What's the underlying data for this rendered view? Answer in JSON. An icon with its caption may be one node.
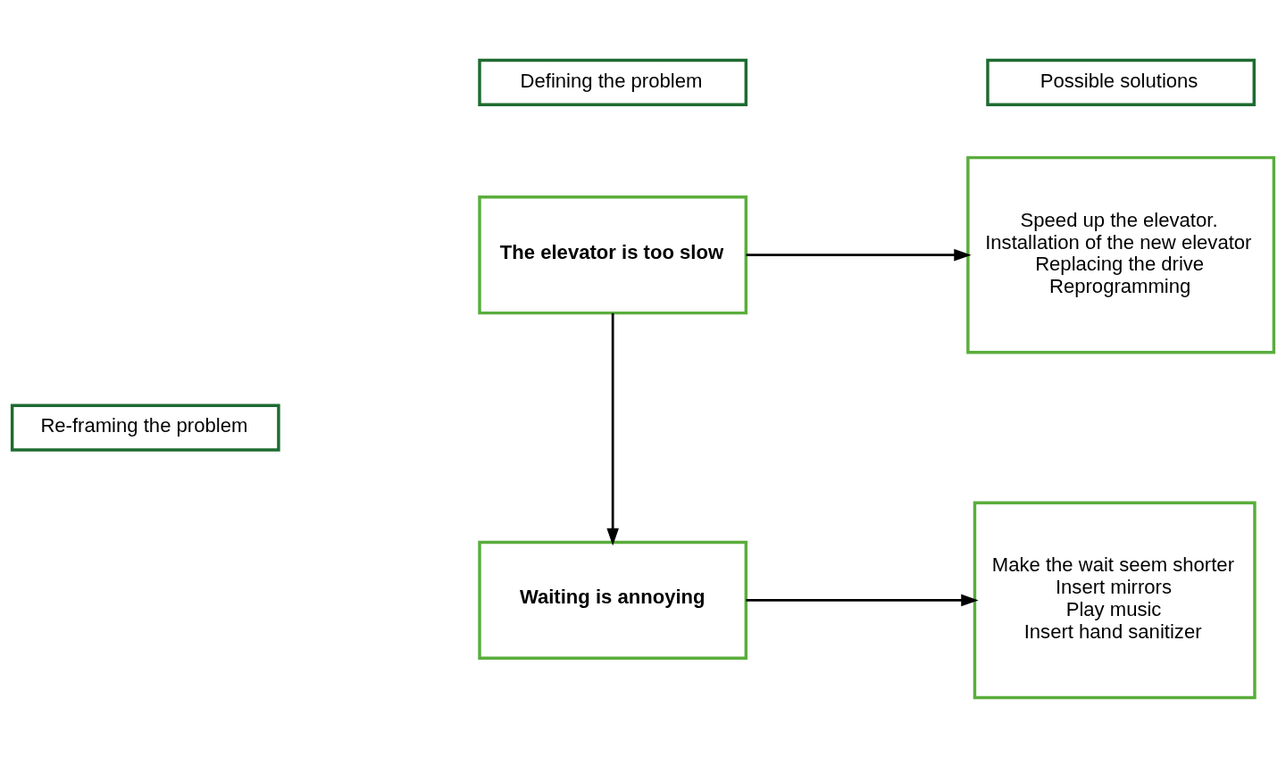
{
  "diagram": {
    "nodes": [
      {
        "text": [
          "Defining the problem"
        ]
      },
      {
        "text": [
          "Possible solutions"
        ]
      },
      {
        "text": [
          "The elevator is too slow"
        ]
      },
      {
        "text": [
          "Speed up the elevator.",
          "Installation of the new elevator",
          "Replacing the drive",
          "Reprogramming"
        ]
      },
      {
        "text": [
          "Re-framing the problem"
        ]
      },
      {
        "text": [
          "Waiting is annoying"
        ]
      },
      {
        "text": [
          "Make the wait seem shorter",
          "Insert mirrors",
          "Play music",
          "Insert hand sanitizer"
        ]
      }
    ],
    "edges": [
      {
        "from": 2,
        "to": 3,
        "arrow": "to"
      },
      {
        "from": 2,
        "to": 5,
        "arrow": "to"
      },
      {
        "from": 5,
        "to": 6,
        "arrow": "to"
      }
    ]
  }
}
